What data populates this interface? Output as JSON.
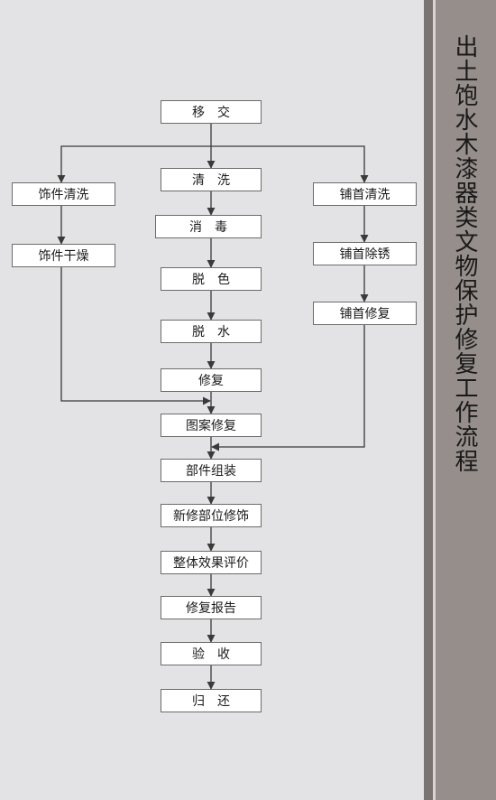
{
  "title": "出土饱水木漆器类文物保护修复工作流程",
  "nodes": {
    "transfer": "移　交",
    "clean": "清　洗",
    "disinfect": "消　毒",
    "decolor": "脱　色",
    "dehydrate": "脱　水",
    "repair": "修复",
    "pattern_repair": "图案修复",
    "assembly": "部件组装",
    "new_part_decor": "新修部位修饰",
    "overall_eval": "整体效果评价",
    "repair_report": "修复报告",
    "acceptance": "验　收",
    "return": "归　还",
    "ornament_clean": "饰件清洗",
    "ornament_dry": "饰件干燥",
    "metal_clean": "铺首清洗",
    "metal_rust": "铺首除锈",
    "metal_repair": "铺首修复"
  },
  "colors": {
    "background": "#e3e3e5",
    "sidebar": "#958e8b",
    "line": "#3a3a3a"
  }
}
